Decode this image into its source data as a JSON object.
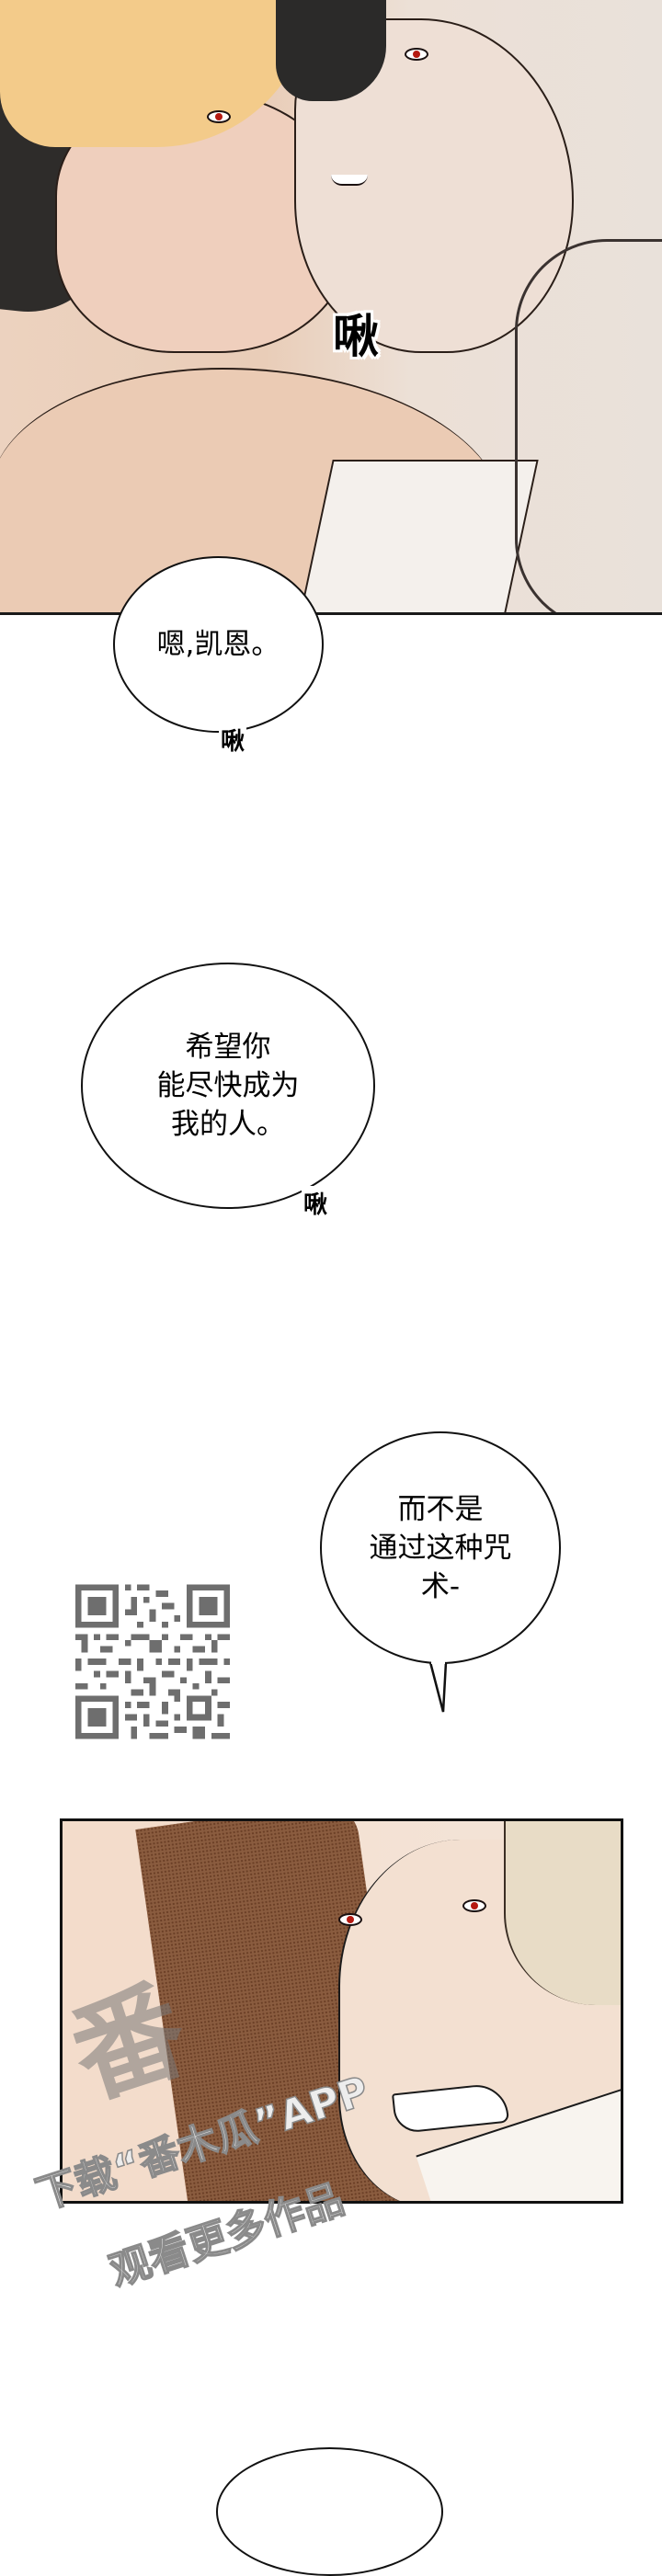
{
  "panels": [
    {
      "id": "panel-1",
      "description": "close-up kiss between blond man and pale-haired vampire with red eyes",
      "sfx": "啾",
      "colors": {
        "skin": "#ecd0bb",
        "blond_hair": "#f5cd8a",
        "dark_hair": "#2b2b2b",
        "pale_skin": "#eadcd2",
        "eye_red": "#b51a12"
      }
    },
    {
      "id": "panel-2",
      "description": "vampire with red eyes grinning beside dark-skinned arm",
      "colors": {
        "skin": "#f2dccb",
        "arm": "#8a5c3f",
        "hair": "#e6dac4",
        "eye_red": "#b51a12"
      }
    }
  ],
  "bubbles": [
    {
      "id": "bubble-1",
      "text": "嗯,凯恩。",
      "sfx": "啾"
    },
    {
      "id": "bubble-2",
      "text": "希望你\n能尽快成为\n我的人。",
      "sfx": "啾"
    },
    {
      "id": "bubble-3",
      "text": "而不是\n通过这种咒\n术-"
    },
    {
      "id": "bubble-4",
      "text": ""
    }
  ],
  "qr_code": {
    "label": "qr-code",
    "color": "#6e6e6e"
  },
  "watermark": {
    "logo": "番",
    "line1": "下载“番木瓜”APP",
    "line2": "观看更多作品"
  }
}
